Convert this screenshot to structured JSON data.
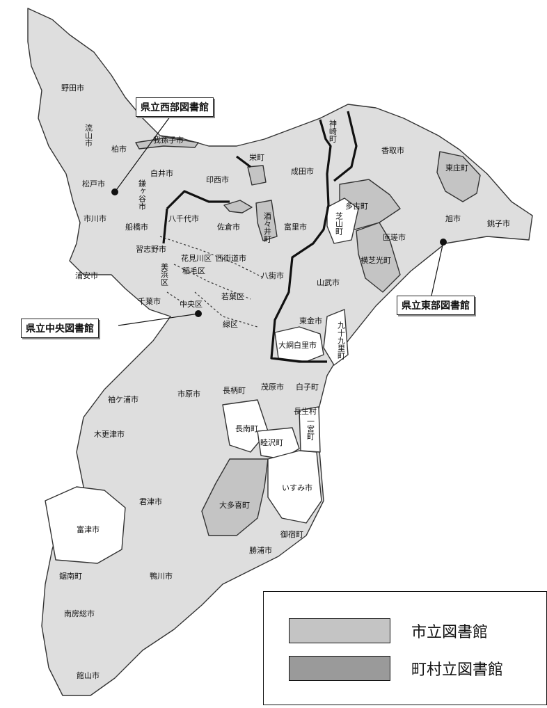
{
  "colors": {
    "city_library": "#c4c4c4",
    "town_library": "#9a9a9a",
    "no_library": "#ffffff",
    "land": "#dedede",
    "district_border": "#111111"
  },
  "callouts": {
    "west": "県立西部図書館",
    "central": "県立中央図書館",
    "east": "県立東部図書館"
  },
  "legend": {
    "items": [
      {
        "label": "市立図書館",
        "color": "#c4c4c4"
      },
      {
        "label": "町村立図書館",
        "color": "#9a9a9a"
      }
    ]
  },
  "municipalities": [
    "野田市",
    "流山市",
    "柏市",
    "我孫子市",
    "松戸市",
    "鎌ヶ谷市",
    "白井市",
    "印西市",
    "栄町",
    "成田市",
    "神崎町",
    "香取市",
    "東庄町",
    "市川市",
    "船橋市",
    "八千代市",
    "佐倉市",
    "酒々井町",
    "富里市",
    "多古町",
    "芝山町",
    "匝瑳市",
    "旭市",
    "銚子市",
    "習志野市",
    "花見川区",
    "稲毛区",
    "美浜区",
    "西街道市",
    "横芝光町",
    "浦安市",
    "八街市",
    "山武市",
    "千葉市",
    "中央区",
    "若葉区",
    "緑区",
    "東金市",
    "九十九里町",
    "大網白里市",
    "長柄町",
    "茂原市",
    "白子町",
    "長生村",
    "袖ケ浦市",
    "市原市",
    "木更津市",
    "長南町",
    "睦沢町",
    "一宮町",
    "いすみ市",
    "君津市",
    "大多喜町",
    "富津市",
    "御宿町",
    "勝浦市",
    "鋸南町",
    "鴨川市",
    "南房総市",
    "館山市"
  ]
}
